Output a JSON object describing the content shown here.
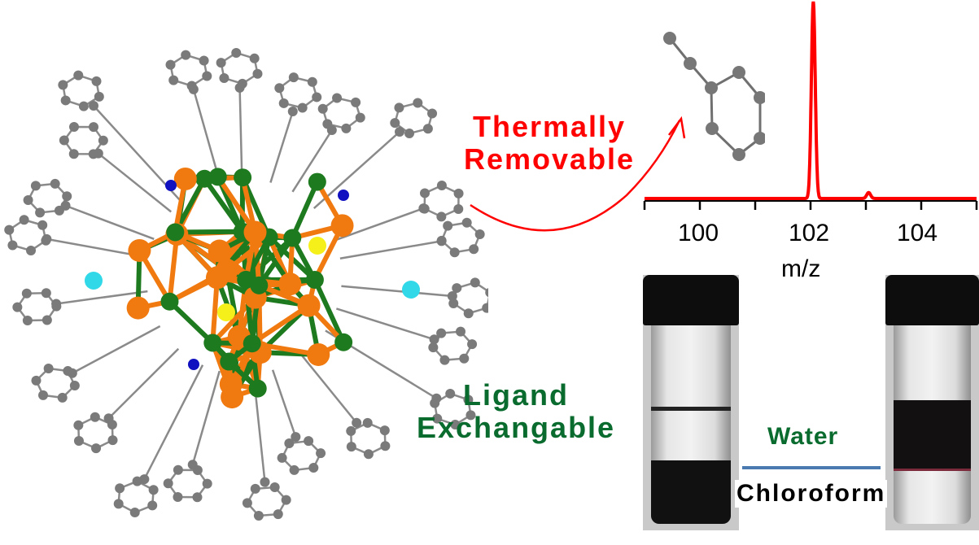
{
  "labels": {
    "thermal_line1": "Thermally",
    "thermal_line2": "Removable",
    "ligand_line1": "Ligand",
    "ligand_line2": "Exchangable",
    "water": "Water",
    "chloroform": "Chloroform"
  },
  "colors": {
    "thermal": "#ff0000",
    "ligand": "#0a6b2e",
    "interface_line": "#4a7aaf",
    "copper_atom": "#f07a10",
    "gold_atom": "#1e7a1e",
    "carbon_atom": "#7a7a7a",
    "sulfur_atom": "#f5f01a",
    "nitrogen_atom": "#1010c0",
    "chlorine_atom": "#30d8e8"
  },
  "chart_data": {
    "type": "line",
    "title": "",
    "xlabel": "m/z",
    "ylabel": "",
    "xlim": [
      99,
      105
    ],
    "xticks": [
      "100",
      "102",
      "104"
    ],
    "x_minor_ticks": [
      99,
      101,
      103,
      105
    ],
    "series": [
      {
        "name": "mass spectrum",
        "color": "#ff0000",
        "peaks": [
          {
            "x": 102.05,
            "rel_intensity": 1.0
          },
          {
            "x": 103.05,
            "rel_intensity": 0.03
          }
        ]
      }
    ]
  }
}
